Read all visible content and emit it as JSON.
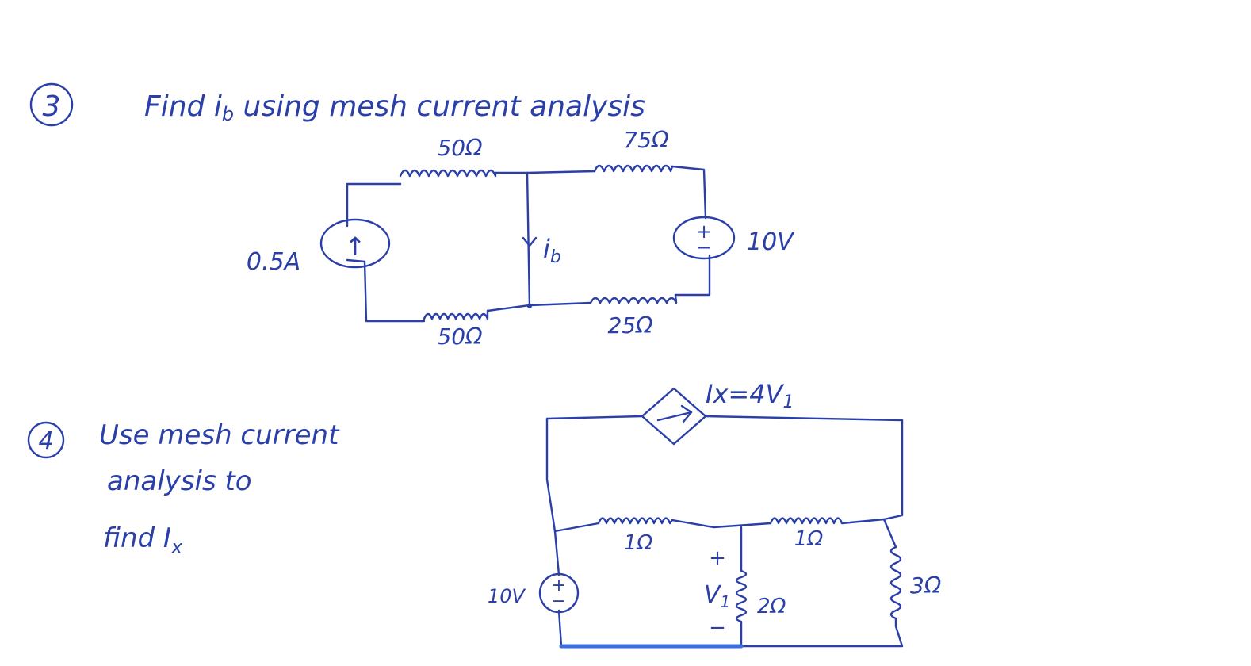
{
  "problem3": {
    "number": "3",
    "prompt": "Find i",
    "prompt_sub": "b",
    "prompt_rest": " using   mesh  current  analysis",
    "r_top_left": "50Ω",
    "r_top_right": "75Ω",
    "r_bottom_left": "50Ω",
    "r_bottom_right": "25Ω",
    "current_source": "0.5A",
    "current_source_symbol": "↑",
    "branch_current": "i",
    "branch_current_sub": "b",
    "voltage_source": "10V",
    "vs_plus": "+",
    "vs_minus": "−"
  },
  "problem4": {
    "number": "4",
    "prompt_line1": "Use   mesh  current",
    "prompt_line2": "analysis  to",
    "prompt_line3": "find  I",
    "prompt_line3_sub": "x",
    "dependent_source": "Ix=4V",
    "dependent_source_sub": "1",
    "r_middle_left": "1Ω",
    "r_middle_right": "1Ω",
    "r_center": "2Ω",
    "r_right": "3Ω",
    "voltage_source": "10V",
    "vs_plus": "+",
    "vs_minus": "−",
    "v1_label": "V",
    "v1_sub": "1",
    "v1_plus": "+",
    "v1_minus": "−"
  },
  "colors": {
    "ink": "#2a3fa8",
    "highlight": "#3a6fe0"
  }
}
